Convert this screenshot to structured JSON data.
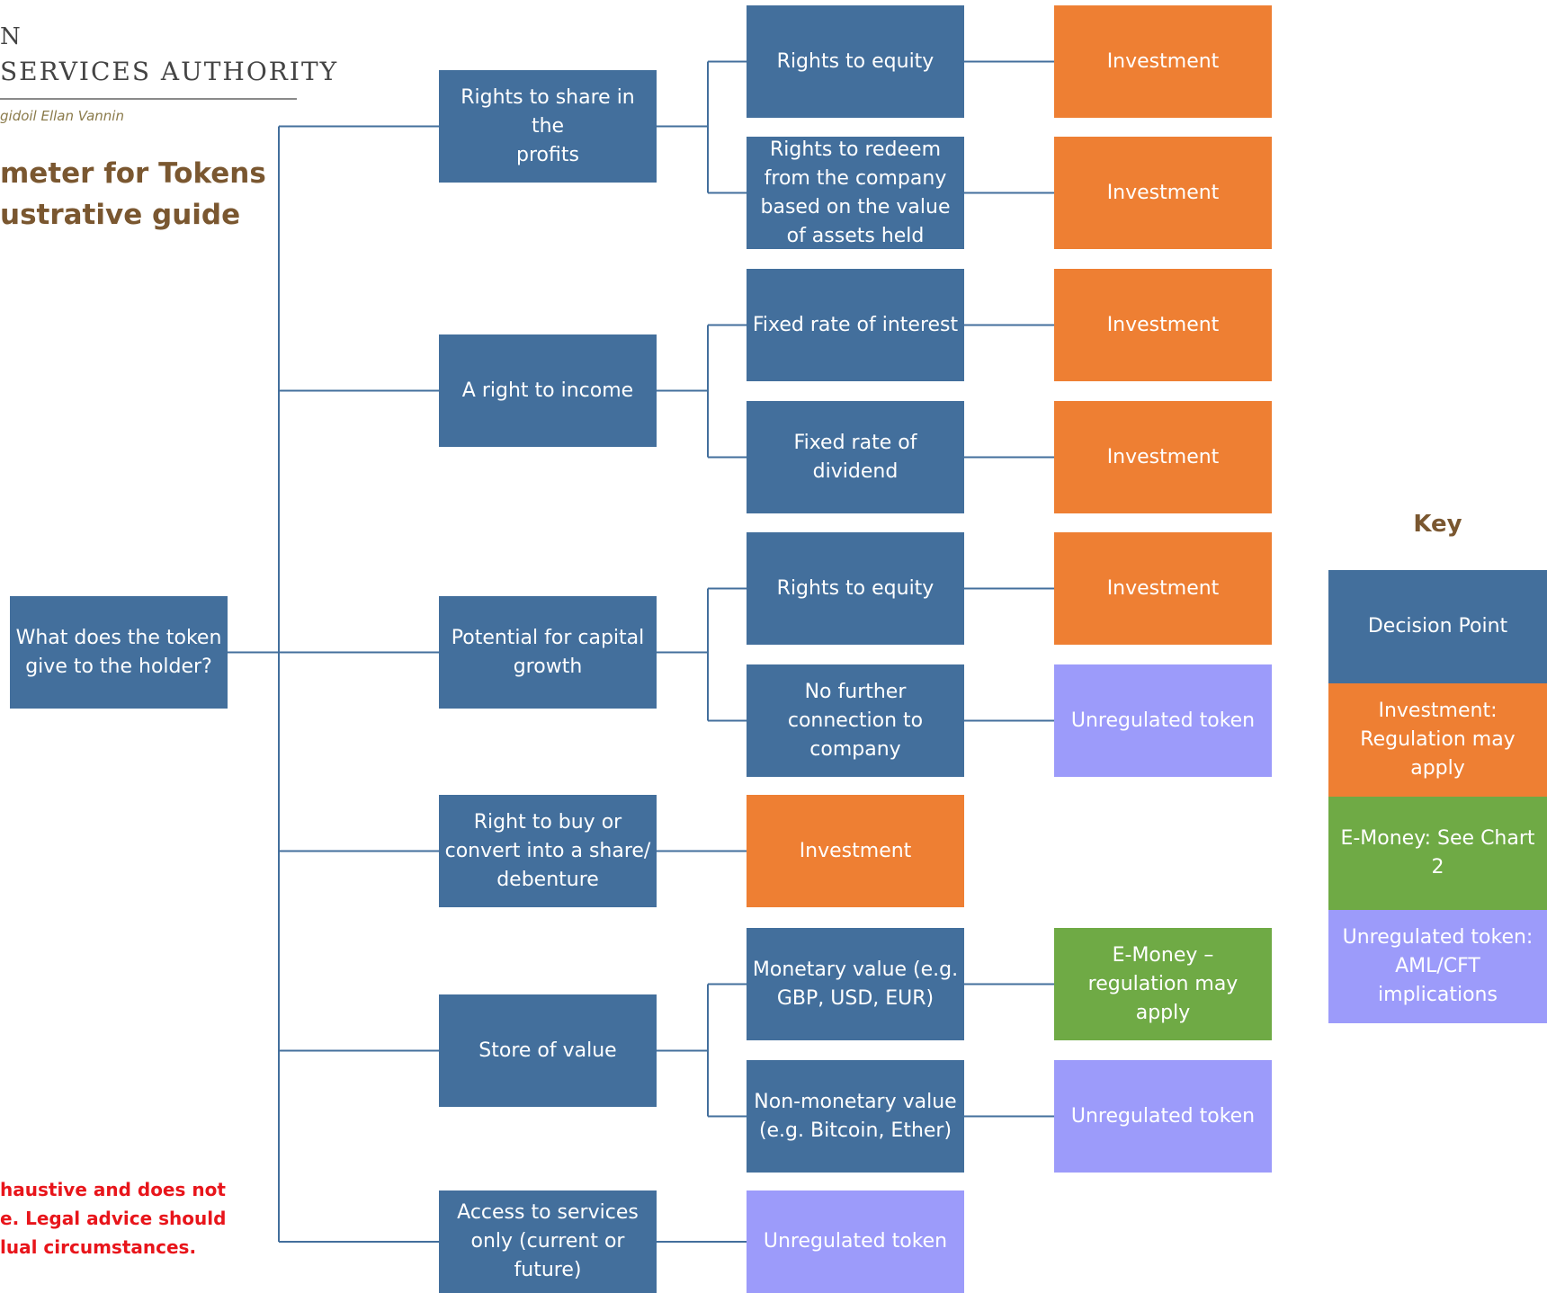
{
  "logo": {
    "line1": "N",
    "line2": "SERVICES AUTHORITY",
    "line3": "gidoil Ellan Vannin"
  },
  "title": "meter for Tokens\nustrative guide",
  "disclaimer": "haustive and does not\ne. Legal advice should\nlual circumstances.",
  "colors": {
    "decision": "#436F9C",
    "investment": "#EE7F33",
    "emoney": "#6FAA45",
    "unregulated": "#9C9BFA",
    "connector": "#436F9C",
    "title": "#7A5730",
    "disclaimer": "#E8151B"
  },
  "nodes": {
    "root": "What does the token\ngive to the holder?",
    "b1": "Rights to share in the\nprofits",
    "b2": "A right to income",
    "b3": "Potential for capital\ngrowth",
    "b4": "Right to buy or\nconvert into a share/\ndebenture",
    "b5": "Store of value",
    "b6": "Access to services\nonly (current or\nfuture)",
    "c1": "Rights to equity",
    "c2": "Rights to redeem\nfrom the company\nbased on the value\nof assets held",
    "c3": "Fixed rate of interest",
    "c4": "Fixed rate of\ndividend",
    "c5": "Rights to equity",
    "c6": "No further\nconnection to\ncompany",
    "c7": "Investment",
    "c8": "Monetary value (e.g.\nGBP, USD, EUR)",
    "c9": "Non-monetary value\n(e.g. Bitcoin, Ether)",
    "c10": "Unregulated token",
    "d1": "Investment",
    "d2": "Investment",
    "d3": "Investment",
    "d4": "Investment",
    "d5": "Investment",
    "d6": "Unregulated token",
    "d7": "E-Money –\nregulation may apply",
    "d8": "Unregulated token"
  },
  "key": {
    "title": "Key",
    "decision": "Decision Point",
    "investment": "Investment:\nRegulation may\napply",
    "emoney": "E-Money: See Chart\n2",
    "unregulated": "Unregulated token:\nAML/CFT\nimplications"
  }
}
